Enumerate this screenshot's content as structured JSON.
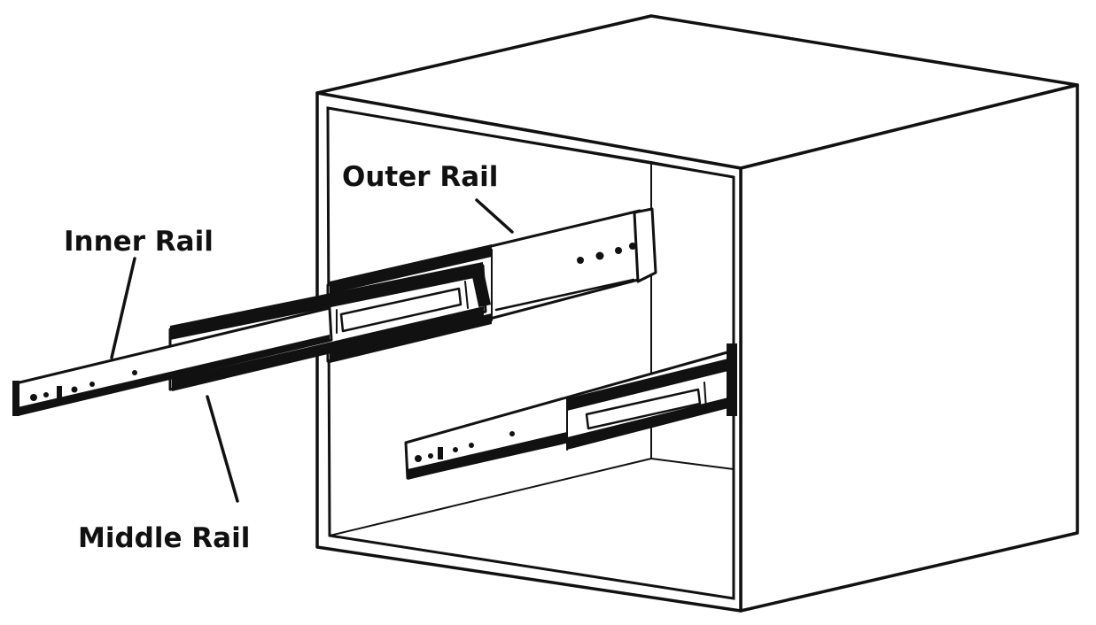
{
  "labels": {
    "outer": "Outer Rail",
    "inner": "Inner Rail",
    "middle": "Middle Rail"
  },
  "colors": {
    "line": "#111111",
    "background": "#ffffff"
  }
}
